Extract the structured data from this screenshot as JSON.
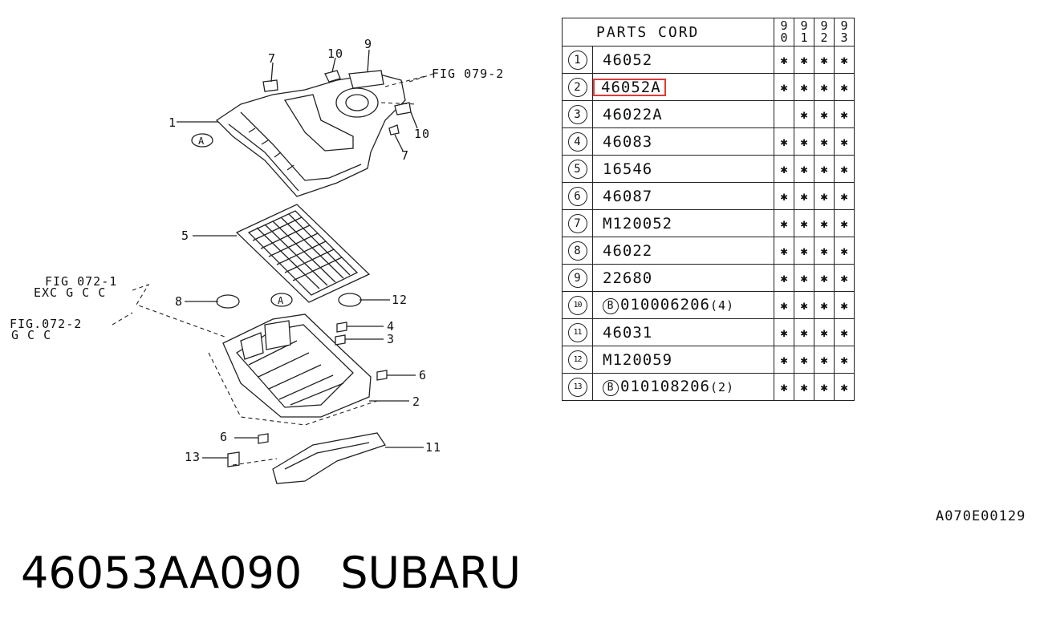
{
  "diagram": {
    "callouts": [
      "1",
      "2",
      "3",
      "4",
      "5",
      "6",
      "7",
      "8",
      "9",
      "10",
      "11",
      "12",
      "13",
      "6",
      "7",
      "10"
    ],
    "marker": "A",
    "fig_refs": [
      "FIG 079-2",
      "FIG 072-1",
      "EXC G C C",
      "FIG.072-2",
      "G C C"
    ],
    "code": "A070E00129"
  },
  "table": {
    "header": "PARTS CORD",
    "years": [
      "9 0",
      "9 1",
      "9 2",
      "9 3"
    ],
    "rows": [
      {
        "num": "1",
        "code": "46052",
        "marks": [
          "*",
          "*",
          "*",
          "*"
        ]
      },
      {
        "num": "2",
        "code": "46052A",
        "marks": [
          "*",
          "*",
          "*",
          "*"
        ],
        "highlight": true
      },
      {
        "num": "3",
        "code": "46022A",
        "marks": [
          "",
          "*",
          "*",
          "*"
        ]
      },
      {
        "num": "4",
        "code": "46083",
        "marks": [
          "*",
          "*",
          "*",
          "*"
        ]
      },
      {
        "num": "5",
        "code": "16546",
        "marks": [
          "*",
          "*",
          "*",
          "*"
        ]
      },
      {
        "num": "6",
        "code": "46087",
        "marks": [
          "*",
          "*",
          "*",
          "*"
        ]
      },
      {
        "num": "7",
        "code": "M120052",
        "marks": [
          "*",
          "*",
          "*",
          "*"
        ]
      },
      {
        "num": "8",
        "code": "46022",
        "marks": [
          "*",
          "*",
          "*",
          "*"
        ]
      },
      {
        "num": "9",
        "code": "22680",
        "marks": [
          "*",
          "*",
          "*",
          "*"
        ]
      },
      {
        "num": "10",
        "prefix": "B",
        "code": "010006206",
        "qty": "(4)",
        "marks": [
          "*",
          "*",
          "*",
          "*"
        ]
      },
      {
        "num": "11",
        "code": "46031",
        "marks": [
          "*",
          "*",
          "*",
          "*"
        ]
      },
      {
        "num": "12",
        "code": "M120059",
        "marks": [
          "*",
          "*",
          "*",
          "*"
        ]
      },
      {
        "num": "13",
        "prefix": "B",
        "code": "010108206",
        "qty": "(2)",
        "marks": [
          "*",
          "*",
          "*",
          "*"
        ]
      }
    ]
  },
  "caption": {
    "part_number": "46053AA090",
    "brand": "SUBARU"
  },
  "colors": {
    "highlight": "#e03a3a",
    "ink": "#222222"
  }
}
